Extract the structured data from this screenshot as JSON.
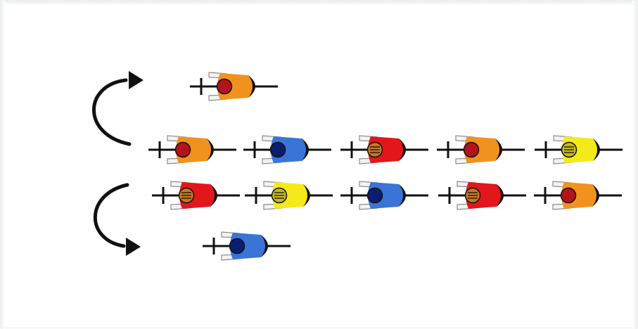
{
  "diagram": {
    "arrows": [
      {
        "name": "rotate-up-arrow-icon",
        "direction": "up-right"
      },
      {
        "name": "rotate-down-arrow-icon",
        "direction": "down-right"
      }
    ],
    "rows": [
      {
        "name": "top-single-row",
        "riders": [
          "orange"
        ]
      },
      {
        "name": "upper-paceline-row",
        "riders": [
          "orange",
          "blue",
          "red",
          "orange",
          "yellow"
        ]
      },
      {
        "name": "lower-paceline-row",
        "riders": [
          "red",
          "yellow",
          "blue",
          "red",
          "orange"
        ]
      },
      {
        "name": "bottom-single-row",
        "riders": [
          "blue"
        ]
      }
    ],
    "colors": {
      "orange": {
        "body": "#f2921e",
        "helmet": "#b3141c",
        "striped": false
      },
      "blue": {
        "body": "#3a74d6",
        "helmet": "#0b1e6e",
        "striped": false
      },
      "red": {
        "body": "#e3161b",
        "helmet": "#c8781e",
        "striped": true
      },
      "yellow": {
        "body": "#f4ea1a",
        "helmet": "#c9b81e",
        "striped": true
      },
      "outline": "#111111",
      "shoe": "#f3f3f3"
    }
  }
}
